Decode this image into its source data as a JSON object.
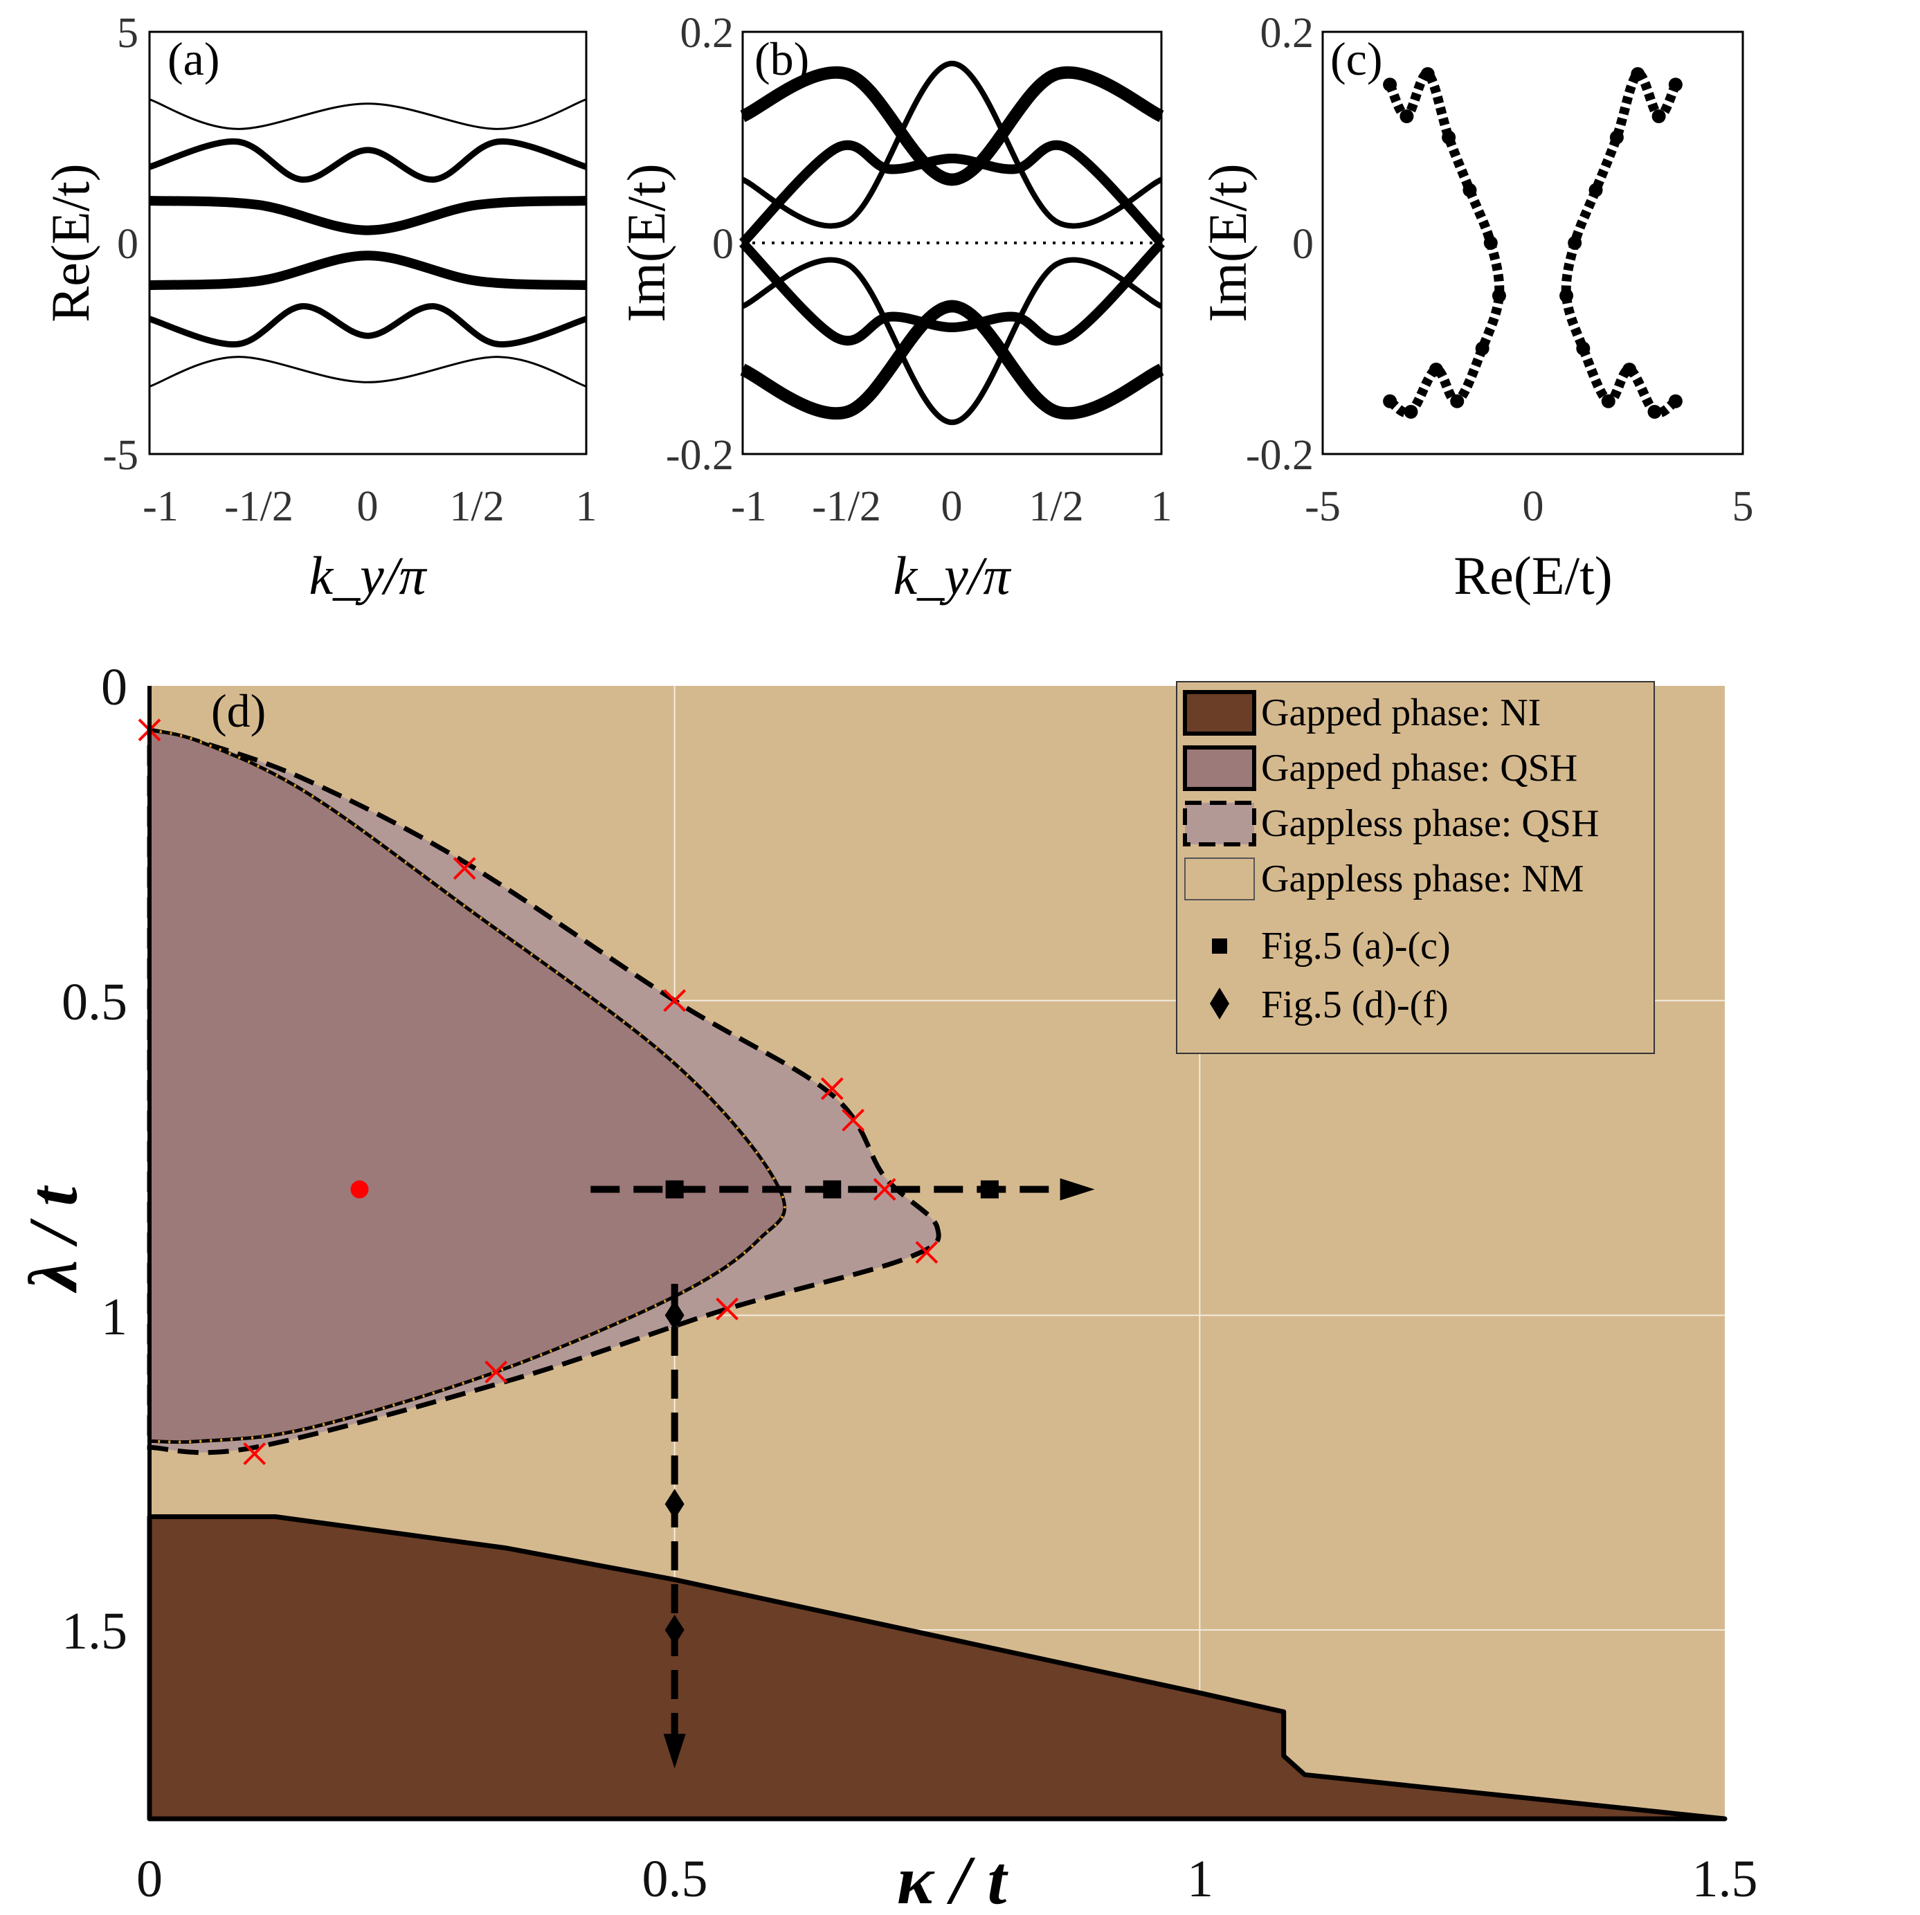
{
  "colors": {
    "ni": "#6b3e27",
    "qsh_gapped": "#9c7a79",
    "qsh_gapless": "#b39996",
    "nm": "#d5b98e",
    "marker_red": "#ff0000",
    "boundary_dots": "#e0a030",
    "grid": "#f2ece0"
  },
  "chart_data": [
    {
      "id": "a",
      "type": "line",
      "panel_label": "(a)",
      "xlabel": "k_y/π",
      "ylabel": "Re(E/t)",
      "xlim": [
        -1,
        1
      ],
      "ylim": [
        -5,
        5
      ],
      "xticks": [
        "-1",
        "-1/2",
        "0",
        "1/2",
        "1"
      ],
      "yticks": [
        "5",
        "0",
        "-5"
      ],
      "series": [
        {
          "x": [
            -1,
            -0.6,
            0,
            0.6,
            1
          ],
          "values": [
            3.4,
            2.7,
            3.3,
            2.7,
            3.4
          ]
        },
        {
          "x": [
            -1,
            -0.6,
            -0.3,
            0,
            0.3,
            0.6,
            1
          ],
          "values": [
            1.8,
            2.4,
            1.5,
            2.2,
            1.5,
            2.4,
            1.8
          ]
        },
        {
          "x": [
            -1,
            -0.5,
            0,
            0.5,
            1
          ],
          "values": [
            1.0,
            0.9,
            0.3,
            0.9,
            1.0
          ]
        },
        {
          "x": [
            -1,
            -0.5,
            0,
            0.5,
            1
          ],
          "values": [
            -1.0,
            -0.9,
            -0.3,
            -0.9,
            -1.0
          ]
        },
        {
          "x": [
            -1,
            -0.6,
            -0.3,
            0,
            0.3,
            0.6,
            1
          ],
          "values": [
            -1.8,
            -2.4,
            -1.5,
            -2.2,
            -1.5,
            -2.4,
            -1.8
          ]
        },
        {
          "x": [
            -1,
            -0.6,
            0,
            0.6,
            1
          ],
          "values": [
            -3.4,
            -2.7,
            -3.3,
            -2.7,
            -3.4
          ]
        }
      ]
    },
    {
      "id": "b",
      "type": "line",
      "panel_label": "(b)",
      "xlabel": "k_y/π",
      "ylabel": "Im(E/t)",
      "xlim": [
        -1,
        1
      ],
      "ylim": [
        -0.2,
        0.2
      ],
      "xticks": [
        "-1",
        "-1/2",
        "0",
        "1/2",
        "1"
      ],
      "yticks": [
        "0.2",
        "0",
        "-0.2"
      ],
      "series": [
        {
          "x": [
            -1,
            -0.5,
            0,
            0.5,
            1
          ],
          "values": [
            0.12,
            0.16,
            0.06,
            0.16,
            0.12
          ]
        },
        {
          "x": [
            -1,
            -0.5,
            0,
            0.5,
            1
          ],
          "values": [
            -0.12,
            -0.16,
            -0.06,
            -0.16,
            -0.12
          ]
        },
        {
          "x": [
            -1,
            -0.5,
            0,
            0.5,
            1
          ],
          "values": [
            0.06,
            0.02,
            0.17,
            0.02,
            0.06
          ]
        },
        {
          "x": [
            -1,
            -0.5,
            0,
            0.5,
            1
          ],
          "values": [
            -0.06,
            -0.02,
            -0.17,
            -0.02,
            -0.06
          ]
        },
        {
          "x": [
            -1,
            -0.55,
            -0.3,
            0,
            0.3,
            0.55,
            1
          ],
          "values": [
            0.0,
            0.09,
            0.07,
            0.08,
            0.07,
            0.09,
            0.0
          ]
        },
        {
          "x": [
            -1,
            -0.55,
            -0.3,
            0,
            0.3,
            0.55,
            1
          ],
          "values": [
            0.0,
            -0.09,
            -0.07,
            -0.08,
            -0.07,
            -0.09,
            0.0
          ]
        }
      ]
    },
    {
      "id": "c",
      "type": "scatter",
      "panel_label": "(c)",
      "xlabel": "Re(E/t)",
      "ylabel": "Im(E/t)",
      "xlim": [
        -5,
        5
      ],
      "ylim": [
        -0.2,
        0.2
      ],
      "xticks": [
        "-5",
        "0",
        "5"
      ],
      "yticks": [
        "0.2",
        "0",
        "-0.2"
      ],
      "series": [
        {
          "x": [
            -3.4,
            -3.0,
            -2.5,
            -2.0,
            -1.5,
            -1.0,
            -0.8,
            -1.2,
            -1.8,
            -2.3,
            -2.9,
            -3.4
          ],
          "values": [
            0.15,
            0.12,
            0.16,
            0.1,
            0.05,
            0.0,
            -0.05,
            -0.1,
            -0.15,
            -0.12,
            -0.16,
            -0.15
          ]
        },
        {
          "x": [
            3.4,
            3.0,
            2.5,
            2.0,
            1.5,
            1.0,
            0.8,
            1.2,
            1.8,
            2.3,
            2.9,
            3.4
          ],
          "values": [
            0.15,
            0.12,
            0.16,
            0.1,
            0.05,
            0.0,
            -0.05,
            -0.1,
            -0.15,
            -0.12,
            -0.16,
            -0.15
          ]
        }
      ]
    },
    {
      "id": "d",
      "type": "area",
      "panel_label": "(d)",
      "xlabel": "κ / t",
      "ylabel": "λ / t",
      "xlim": [
        0,
        1.5
      ],
      "ylim": [
        0,
        1.8
      ],
      "y_reversed": true,
      "xticks": [
        "0",
        "0.5",
        "1",
        "1.5"
      ],
      "yticks": [
        "0",
        "0.5",
        "1",
        "1.5"
      ],
      "grid": true,
      "legend_position": "top-right",
      "legend": [
        {
          "label": "Gapped phase:  NI",
          "kind": "ni"
        },
        {
          "label": "Gapped phase:  QSH",
          "kind": "qsh_gapped"
        },
        {
          "label": "Gappless phase:  QSH",
          "kind": "qsh_gapless"
        },
        {
          "label": "Gappless phase: NM",
          "kind": "nm"
        },
        {
          "label": "Fig.5 (a)-(c)",
          "kind": "square"
        },
        {
          "label": "Fig.5 (d)-(f)",
          "kind": "diamond"
        }
      ],
      "regions": {
        "qsh_gapless": {
          "x": [
            0,
            0.05,
            0.15,
            0.3,
            0.5,
            0.65,
            0.7,
            0.75,
            0.72,
            0.55,
            0.35,
            0.1,
            0
          ],
          "values": [
            0.07,
            0.09,
            0.15,
            0.28,
            0.5,
            0.65,
            0.78,
            0.86,
            0.91,
            0.99,
            1.1,
            1.21,
            1.21
          ]
        },
        "qsh_gapped": {
          "x": [
            0,
            0.05,
            0.15,
            0.3,
            0.5,
            0.6,
            0.58,
            0.5,
            0.33,
            0.15,
            0.05,
            0
          ],
          "values": [
            0.07,
            0.09,
            0.17,
            0.35,
            0.6,
            0.8,
            0.88,
            0.97,
            1.09,
            1.18,
            1.2,
            1.2
          ]
        },
        "ni": {
          "x": [
            0,
            0.12,
            0.34,
            0.5,
            1.0,
            1.08,
            1.08,
            1.1,
            1.5
          ],
          "values": [
            1.32,
            1.32,
            1.37,
            1.42,
            1.6,
            1.63,
            1.7,
            1.73,
            1.8
          ]
        }
      },
      "cross_markers": {
        "x": [
          0.0,
          0.3,
          0.5,
          0.65,
          0.67,
          0.7,
          0.74,
          0.55,
          0.33,
          0.1
        ],
        "values": [
          0.07,
          0.29,
          0.5,
          0.64,
          0.69,
          0.8,
          0.9,
          0.99,
          1.09,
          1.22
        ]
      },
      "red_dot": {
        "x": [
          0.2
        ],
        "values": [
          0.8
        ]
      },
      "square_markers": {
        "x": [
          0.5,
          0.65,
          0.8
        ],
        "values": [
          0.8,
          0.8,
          0.8
        ]
      },
      "diamond_markers": {
        "x": [
          0.5,
          0.5,
          0.5
        ],
        "values": [
          1.0,
          1.3,
          1.5
        ]
      },
      "horizontal_path": {
        "x": [
          0.42,
          0.9
        ],
        "values": [
          0.8,
          0.8
        ]
      },
      "vertical_path": {
        "x": [
          0.5,
          0.5
        ],
        "values": [
          0.95,
          1.72
        ]
      }
    }
  ]
}
